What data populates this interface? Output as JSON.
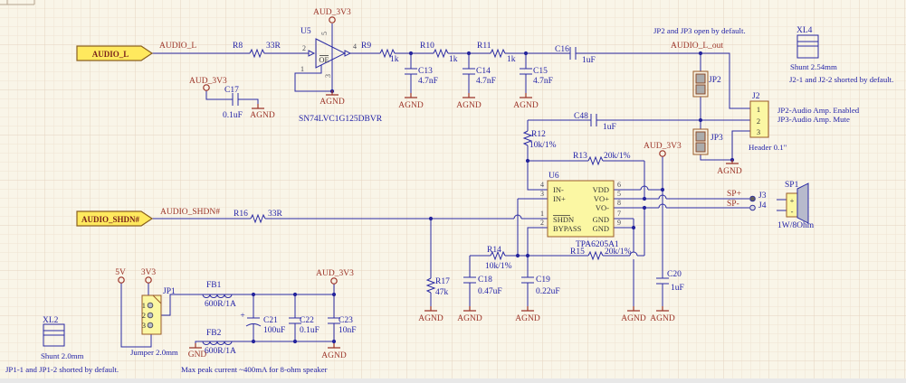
{
  "nets": {
    "audio_l": "AUDIO_L",
    "audio_l_out": "AUDIO_L_out",
    "audio_shdn": "AUDIO_SHDN#",
    "aud_3v3": "AUD_3V3",
    "agnd": "AGND",
    "gnd": "GND",
    "sp_plus": "SP+",
    "sp_minus": "SP-",
    "v5": "5V",
    "v3": "3V3"
  },
  "components": {
    "u5": {
      "ref": "U5",
      "part": "SN74LVC1G125DBVR",
      "oe": "OE",
      "pin1": "1",
      "pin2": "2",
      "pin3": "3",
      "pin4": "4",
      "pin5": "5"
    },
    "u6": {
      "ref": "U6",
      "part": "TPA6205A1",
      "pin_names": [
        "IN-",
        "IN+",
        "SHDN",
        "BYPASS",
        "VDD",
        "VO+",
        "VO-",
        "GND",
        "GND"
      ],
      "pin_numbers": [
        "4",
        "3",
        "1",
        "2",
        "6",
        "5",
        "8",
        "7",
        "9"
      ]
    },
    "r8": {
      "ref": "R8",
      "value": "33R"
    },
    "r9": {
      "ref": "R9",
      "value": "1k"
    },
    "r10": {
      "ref": "R10",
      "value": "1k"
    },
    "r11": {
      "ref": "R11",
      "value": "1k"
    },
    "r12": {
      "ref": "R12",
      "value": "10k/1%"
    },
    "r13": {
      "ref": "R13",
      "value": "20k/1%"
    },
    "r14": {
      "ref": "R14",
      "value": "10k/1%"
    },
    "r15": {
      "ref": "R15",
      "value": "20k/1%"
    },
    "r16": {
      "ref": "R16",
      "value": "33R"
    },
    "r17": {
      "ref": "R17",
      "value": "47k"
    },
    "c13": {
      "ref": "C13",
      "value": "4.7nF"
    },
    "c14": {
      "ref": "C14",
      "value": "4.7nF"
    },
    "c15": {
      "ref": "C15",
      "value": "4.7nF"
    },
    "c16": {
      "ref": "C16",
      "value": "1uF"
    },
    "c17": {
      "ref": "C17",
      "value": "0.1uF"
    },
    "c18": {
      "ref": "C18",
      "value": "0.47uF"
    },
    "c19": {
      "ref": "C19",
      "value": "0.22uF"
    },
    "c20": {
      "ref": "C20",
      "value": "1uF"
    },
    "c21": {
      "ref": "C21",
      "value": "100uF",
      "polarity": "+"
    },
    "c22": {
      "ref": "C22",
      "value": "0.1uF"
    },
    "c23": {
      "ref": "C23",
      "value": "10nF"
    },
    "c48": {
      "ref": "C48",
      "value": "1uF"
    },
    "fb1": {
      "ref": "FB1",
      "value": "600R/1A"
    },
    "fb2": {
      "ref": "FB2",
      "value": "600R/1A"
    },
    "jp1": {
      "ref": "JP1",
      "desc": "Jumper 2.0mm",
      "pins": [
        "1",
        "2",
        "3"
      ]
    },
    "jp2": {
      "ref": "JP2"
    },
    "jp3": {
      "ref": "JP3"
    },
    "j2": {
      "ref": "J2",
      "desc": "Header 0.1\"",
      "pins": [
        "1",
        "2",
        "3"
      ]
    },
    "j3": {
      "ref": "J3"
    },
    "j4": {
      "ref": "J4"
    },
    "sp1": {
      "ref": "SP1",
      "desc": "1W/8Ohm",
      "plus": "+",
      "minus": "-"
    },
    "xl2": {
      "ref": "XL2",
      "desc": "Shunt 2.0mm"
    },
    "xl4": {
      "ref": "XL4",
      "desc": "Shunt 2.54mm"
    }
  },
  "notes": {
    "jp23_open": "JP2 and JP3 open by default.",
    "j2_short": "J2-1 and J2-2 shorted by default.",
    "jp2_enabled": "JP2-Audio Amp. Enabled",
    "jp3_mute": "JP3-Audio Amp. Mute",
    "jp1_short": "JP1-1 and JP1-2 shorted by default.",
    "max_current": "Max peak current ~400mA for 8-ohm speaker"
  }
}
